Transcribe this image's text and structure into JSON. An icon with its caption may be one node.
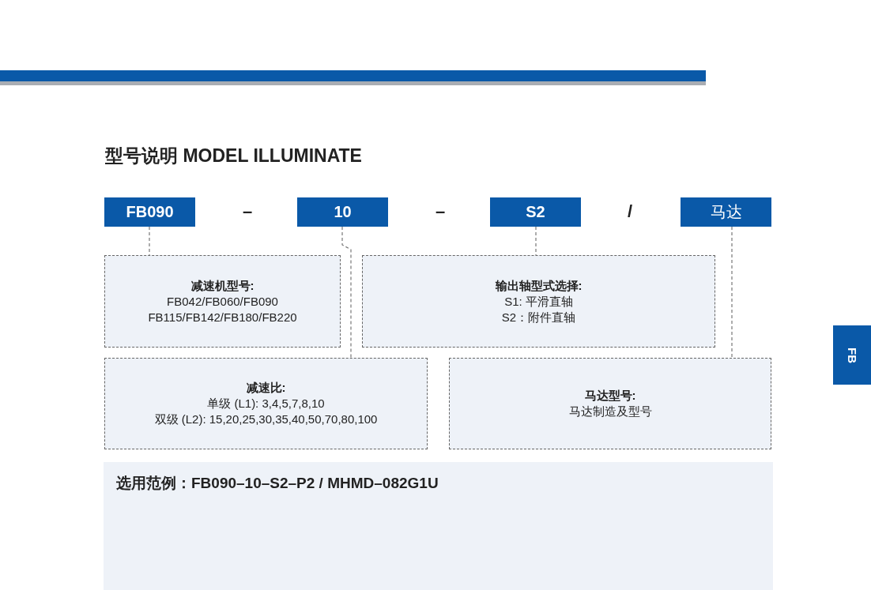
{
  "diagram": {
    "title": "型号说明 MODEL ILLUMINATE",
    "nodes": [
      {
        "text": [
          "FB090"
        ]
      },
      {
        "text": [
          "10"
        ]
      },
      {
        "text": [
          "S2"
        ]
      },
      {
        "text": [
          "马达"
        ]
      },
      {
        "text": [
          "减速机型号:",
          "FB042/FB060/FB090",
          "FB115/FB142/FB180/FB220"
        ]
      },
      {
        "text": [
          "输出轴型式选择:",
          "S1: 平滑直轴",
          "S2：附件直轴"
        ]
      },
      {
        "text": [
          "减速比:",
          "单级 (L1): 3,4,5,7,8,10",
          "双级 (L2): 15,20,25,30,35,40,50,70,80,100"
        ]
      },
      {
        "text": [
          "马达型号:",
          "马达制造及型号"
        ]
      },
      {
        "text": [
          "选用范例：FB090–10–S2–P2 / MHMD–082G1U"
        ]
      },
      {
        "text": [
          "FB"
        ]
      }
    ],
    "edges": [
      {
        "from": 0,
        "to": 4,
        "arrow": "none",
        "style": "dashed"
      },
      {
        "from": 1,
        "to": 6,
        "arrow": "none",
        "style": "dashed"
      },
      {
        "from": 2,
        "to": 5,
        "arrow": "none",
        "style": "dashed"
      },
      {
        "from": 3,
        "to": 7,
        "arrow": "none",
        "style": "dashed"
      }
    ],
    "labels": [
      "–",
      "–",
      "/"
    ]
  }
}
